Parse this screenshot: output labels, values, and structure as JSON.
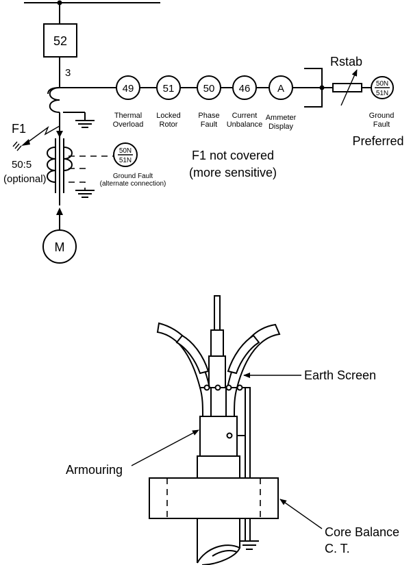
{
  "one_line": {
    "breaker_label": "52",
    "phases_label": "3",
    "fault_label": "F1",
    "ct_ratio": "50:5",
    "ct_optional": "(optional)",
    "motor_label": "M",
    "relays": [
      {
        "code": "49",
        "caption_1": "Thermal",
        "caption_2": "Overload"
      },
      {
        "code": "51",
        "caption_1": "Locked",
        "caption_2": "Rotor"
      },
      {
        "code": "50",
        "caption_1": "Phase",
        "caption_2": "Fault"
      },
      {
        "code": "46",
        "caption_1": "Current",
        "caption_2": "Unbalance"
      },
      {
        "code": "A",
        "caption_1": "Ammeter",
        "caption_2": "Display"
      }
    ],
    "rstab_label": "Rstab",
    "ground_relay": {
      "top": "50N",
      "bottom": "51N",
      "caption_1": "Ground",
      "caption_2": "Fault"
    },
    "preferred_label": "Preferred",
    "alt_ground_relay": {
      "top": "50N",
      "bottom": "51N",
      "caption_1": "Ground Fault",
      "caption_2": "(alternate connection)"
    },
    "note_line1": "F1 not covered",
    "note_line2": "(more sensitive)"
  },
  "cable": {
    "earth_screen_label": "Earth Screen",
    "armouring_label": "Armouring",
    "ct_label_line1": "Core Balance",
    "ct_label_line2": "C. T."
  }
}
